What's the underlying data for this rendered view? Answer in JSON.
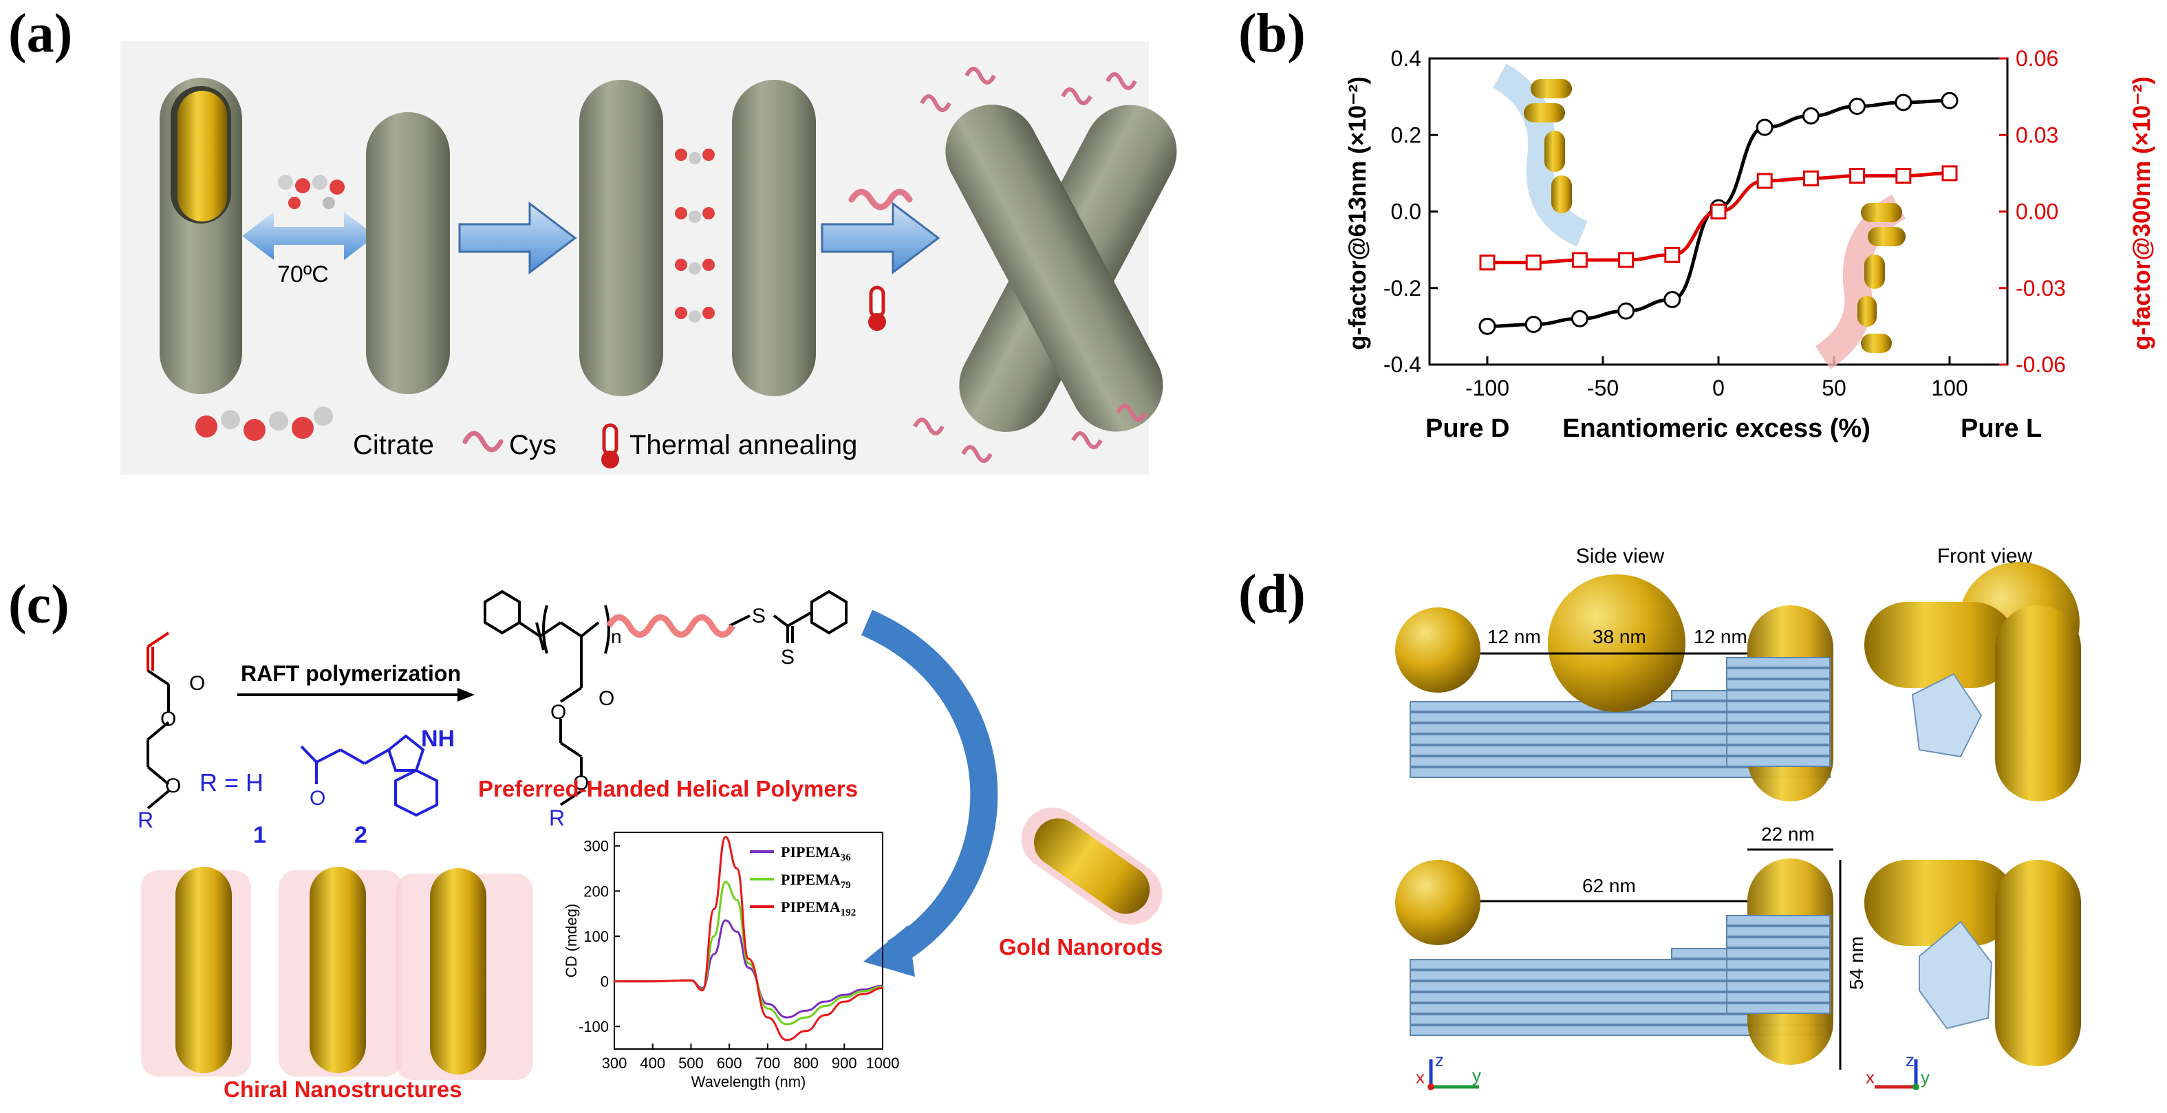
{
  "panels": {
    "a": {
      "label": "(a)",
      "temp": "70ºC",
      "legend_citrate": "Citrate",
      "legend_cys": "Cys",
      "legend_thermal": "Thermal annealing"
    },
    "b": {
      "label": "(b)",
      "xlabel": "Enantiomeric excess (%)",
      "xleft": "Pure D",
      "xright": "Pure L",
      "ylabel_left": "g-factor@613nm (×10⁻²)",
      "ylabel_right": "g-factor@300nm (×10⁻²)"
    },
    "c": {
      "label": "(c)",
      "raft": "RAFT polymerization",
      "r_eq": "R = H",
      "nh": "NH",
      "n_sub": "n",
      "s1": "S",
      "s2": "S",
      "o1": "O",
      "o2": "O",
      "o3": "O",
      "r1": "R",
      "r2": "R",
      "num1": "1",
      "num2": "2",
      "helical": "Preferred-Handed Helical Polymers",
      "gold_nanorods": "Gold Nanorods",
      "chiral": "Chiral Nanostructures"
    },
    "d": {
      "label": "(d)",
      "side_view": "Side view",
      "front_view": "Front view",
      "dim_12a": "12 nm",
      "dim_38": "38 nm",
      "dim_12b": "12 nm",
      "dim_22": "22 nm",
      "dim_62": "62 nm",
      "dim_54": "54 nm",
      "ax_z1": "z",
      "ax_x1": "x",
      "ax_y1": "y",
      "ax_z2": "z",
      "ax_x2": "x",
      "ax_y2": "y"
    }
  },
  "chart_data": [
    {
      "type": "line",
      "panel": "b",
      "xlabel": "Enantiomeric excess (%)",
      "xlim": [
        -125,
        125
      ],
      "xticks": [
        -100,
        -50,
        0,
        50,
        100
      ],
      "y_left": {
        "label": "g-factor@613nm (×10⁻²)",
        "lim": [
          -0.4,
          0.4
        ],
        "ticks": [
          -0.4,
          -0.2,
          0.0,
          0.2,
          0.4
        ],
        "tick_labels": [
          "-0.4",
          "-0.2",
          "0.0",
          "0.2",
          "0.4"
        ]
      },
      "y_right": {
        "label": "g-factor@300nm (×10⁻²)",
        "lim": [
          -0.06,
          0.06
        ],
        "ticks": [
          -0.06,
          -0.03,
          0.0,
          0.03,
          0.06
        ],
        "tick_labels": [
          "-0.06",
          "-0.03",
          "0.00",
          "0.03",
          "0.06"
        ]
      },
      "series": [
        {
          "axis": "left",
          "color": "#000000",
          "marker": "circle",
          "x": [
            -100,
            -80,
            -60,
            -40,
            -20,
            0,
            20,
            40,
            60,
            80,
            100
          ],
          "y": [
            -0.3,
            -0.295,
            -0.28,
            -0.26,
            -0.23,
            0.01,
            0.22,
            0.25,
            0.275,
            0.285,
            0.29
          ]
        },
        {
          "axis": "right",
          "color": "#e00000",
          "marker": "square",
          "x": [
            -100,
            -80,
            -60,
            -40,
            -20,
            0,
            20,
            40,
            60,
            80,
            100
          ],
          "y": [
            -0.02,
            -0.02,
            -0.019,
            -0.019,
            -0.017,
            0.0,
            0.012,
            0.013,
            0.014,
            0.014,
            0.015
          ]
        }
      ]
    },
    {
      "type": "line",
      "panel": "c",
      "xlabel": "Wavelength (nm)",
      "ylabel": "CD (mdeg)",
      "xlim": [
        300,
        1000
      ],
      "ylim": [
        -150,
        330
      ],
      "xticks": [
        300,
        400,
        500,
        600,
        700,
        800,
        900,
        1000
      ],
      "yticks": [
        -100,
        0,
        100,
        200,
        300
      ],
      "series": [
        {
          "name": "PIPEMA36",
          "legend_main": "PIPEMA",
          "legend_sub": "36",
          "color": "#7b2fbf",
          "x": [
            300,
            400,
            500,
            530,
            560,
            590,
            620,
            650,
            700,
            750,
            800,
            850,
            900,
            950,
            1000
          ],
          "y": [
            0,
            0,
            2,
            -15,
            60,
            135,
            110,
            30,
            -50,
            -80,
            -65,
            -45,
            -30,
            -18,
            -10
          ]
        },
        {
          "name": "PIPEMA79",
          "legend_main": "PIPEMA",
          "legend_sub": "79",
          "color": "#6fd21c",
          "x": [
            300,
            400,
            500,
            530,
            560,
            590,
            620,
            650,
            700,
            750,
            800,
            850,
            900,
            950,
            1000
          ],
          "y": [
            0,
            0,
            2,
            -18,
            100,
            220,
            180,
            40,
            -60,
            -95,
            -80,
            -55,
            -35,
            -22,
            -12
          ]
        },
        {
          "name": "PIPEMA192",
          "legend_main": "PIPEMA",
          "legend_sub": "192",
          "color": "#e81818",
          "x": [
            300,
            400,
            500,
            530,
            560,
            590,
            620,
            650,
            700,
            750,
            800,
            850,
            900,
            950,
            1000
          ],
          "y": [
            0,
            0,
            2,
            -20,
            160,
            320,
            250,
            50,
            -80,
            -130,
            -110,
            -75,
            -45,
            -28,
            -15
          ]
        }
      ]
    }
  ]
}
